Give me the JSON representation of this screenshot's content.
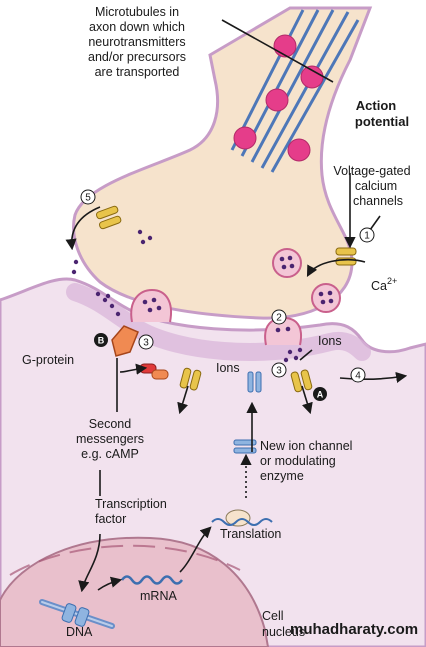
{
  "labels": {
    "microtubules": [
      "Microtubules in",
      "axon down which",
      "neurotransmitters",
      "and/or precursors",
      "are transported"
    ],
    "action_potential": [
      "Action",
      "potential"
    ],
    "voltage_gated": [
      "Voltage-gated",
      "calcium",
      "channels"
    ],
    "calcium": "Ca",
    "calcium_sup": "2+",
    "g_protein": "G-protein",
    "ions_top": "Ions",
    "ions_mid": "Ions",
    "second_messengers": [
      "Second",
      "messengers",
      "e.g. cAMP"
    ],
    "new_ion_channel": [
      "New ion channel",
      "or modulating",
      "enzyme"
    ],
    "transcription_factor": [
      "Transcription",
      "factor"
    ],
    "translation": "Translation",
    "mrna": "mRNA",
    "dna": "DNA",
    "cell_nucleus": [
      "Cell",
      "nucleus"
    ],
    "watermark": "muhadharaty.com"
  },
  "steps": [
    "1",
    "2",
    "3",
    "3",
    "4",
    "5"
  ],
  "markers": [
    "A",
    "B"
  ],
  "colors": {
    "terminal_fill": "#f6e3cc",
    "postsynaptic_fill": "#f2e2ee",
    "membrane": "#c79cc7",
    "vesicle": "#e53d8a",
    "microtubule": "#4d77b8",
    "channel_yellow": "#e8c44a",
    "receptor_orange": "#f08a52",
    "nucleus": "#e9c0cc"
  }
}
